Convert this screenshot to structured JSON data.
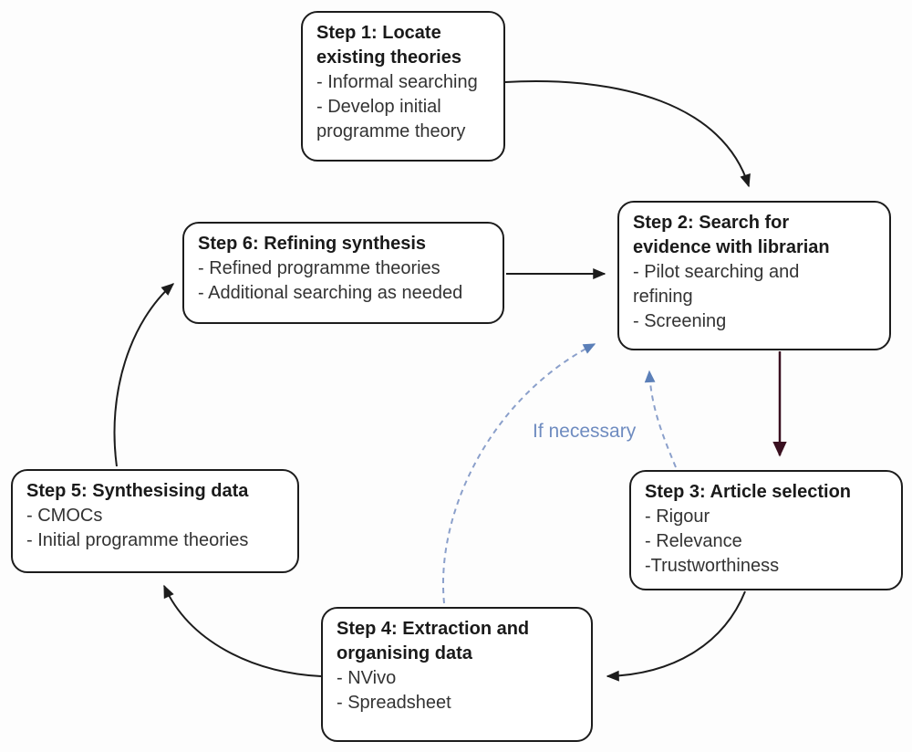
{
  "colors": {
    "box_border": "#1c1c1c",
    "arrow": "#1c1c1c",
    "arrow_step2_step3": "#3a1020",
    "dashed_stroke": "#8ba0cb",
    "dashed_head": "#5b7fb8",
    "label_text": "#6f8cc0",
    "background": "#fdfdfd",
    "box_fill": "#ffffff",
    "title_text": "#1a1a1a",
    "body_text": "#333333"
  },
  "steps": [
    {
      "name": "step-1",
      "title_lines": [
        "Step 1: Locate",
        "existing theories"
      ],
      "body_lines": [
        "- Informal searching",
        "- Develop initial",
        "programme theory"
      ]
    },
    {
      "name": "step-2",
      "title_lines": [
        "Step 2: Search for",
        "evidence with librarian"
      ],
      "body_lines": [
        "- Pilot searching and",
        "refining",
        "- Screening"
      ]
    },
    {
      "name": "step-3",
      "title_lines": [
        "Step 3: Article selection"
      ],
      "body_lines": [
        "- Rigour",
        "- Relevance",
        "-Trustworthiness"
      ]
    },
    {
      "name": "step-4",
      "title_lines": [
        "Step 4: Extraction and",
        "organising data"
      ],
      "body_lines": [
        "- NVivo",
        "- Spreadsheet"
      ]
    },
    {
      "name": "step-5",
      "title_lines": [
        "Step 5: Synthesising data"
      ],
      "body_lines": [
        "- CMOCs",
        "- Initial programme theories"
      ]
    },
    {
      "name": "step-6",
      "title_lines": [
        "Step 6: Refining synthesis"
      ],
      "body_lines": [
        "- Refined programme theories",
        "- Additional searching as needed"
      ]
    }
  ],
  "labels": {
    "if_necessary": "If necessary"
  }
}
